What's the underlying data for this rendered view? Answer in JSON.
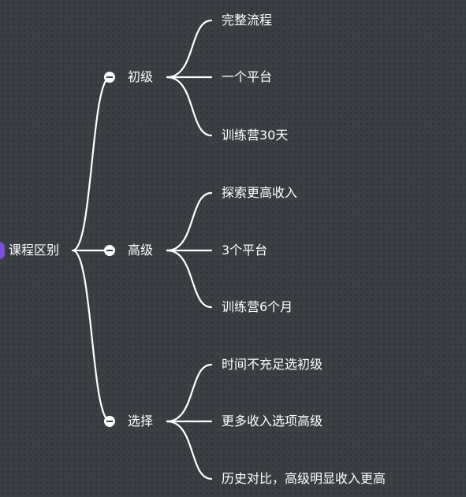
{
  "root": {
    "label": "课程区别"
  },
  "branches": [
    {
      "label": "初级",
      "children": [
        "完整流程",
        "一个平台",
        "训练营30天"
      ]
    },
    {
      "label": "高级",
      "children": [
        "探索更高收入",
        "3个平台",
        "训练营6个月"
      ]
    },
    {
      "label": "选择",
      "children": [
        "时间不充足选初级",
        "更多收入选项高级",
        "历史对比，高级明显收入更高"
      ]
    }
  ],
  "colors": {
    "background": "#3a3f44",
    "line": "#ffffff",
    "text": "#ffffff",
    "root_accent": "#7b4fe0"
  },
  "icons": {
    "collapse": "minus-circle-icon"
  }
}
